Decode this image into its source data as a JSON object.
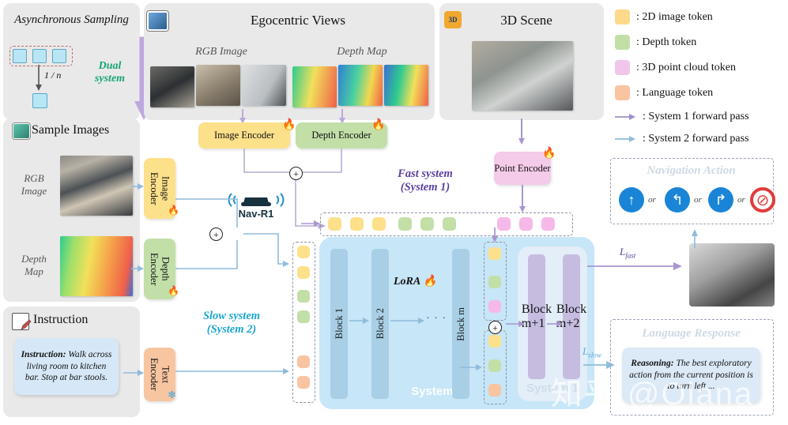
{
  "panels": {
    "async": {
      "title": "Asynchronous Sampling",
      "rate_label": "1 / n",
      "dual_label_1": "Dual",
      "dual_label_2": "system"
    },
    "ego": {
      "title": "Egocentric Views",
      "icon": "image-icon",
      "col1": "RGB Image",
      "col2": "Depth Map"
    },
    "scene": {
      "title": "3D Scene",
      "icon": "3d-icon"
    },
    "sample": {
      "title": "Sample Images",
      "icon": "image-icon",
      "row1_a": "RGB",
      "row1_b": "Image",
      "row2_a": "Depth",
      "row2_b": "Map"
    },
    "instruction": {
      "title": "Instruction",
      "icon": "note-edit-icon",
      "bold": "Instruction:",
      "text": " Walk across living room to kitchen bar. Stop at bar stools."
    }
  },
  "encoders": {
    "image_top": "Image Encoder",
    "depth_top": "Depth Encoder",
    "point": "Point Encoder",
    "image_side_a": "Image",
    "image_side_b": "Encoder",
    "depth_side_a": "Depth",
    "depth_side_b": "Encoder",
    "text_side_a": "Text",
    "text_side_b": "Encoder"
  },
  "model": {
    "name": "Nav-R1",
    "fast_l1": "Fast system",
    "fast_l2": "(System 1)",
    "slow_l1": "Slow system",
    "slow_l2": "(System 2)",
    "lora": "LoRA",
    "system2_watermark": "System 2",
    "system1_watermark": "System 1",
    "blocks_s2": [
      "Block 1",
      "Block 2",
      "Block m"
    ],
    "blocks_s1": [
      "Block m+1",
      "Block m+2"
    ],
    "ellipsis": "·  ·  ·",
    "loss_fast": "L",
    "loss_fast_sub": "fast",
    "loss_slow": "L",
    "loss_slow_sub": "slow"
  },
  "outputs": {
    "nav_title": "Navigation Action",
    "or": "or",
    "actions": [
      "arrow-up-icon",
      "arrow-left-icon",
      "arrow-right-icon",
      "no-entry-icon"
    ],
    "lang_title": "Language Response",
    "reason_bold": "Reasoning:",
    "reason_text": " The best exploratory action from the current position is to turn left ...",
    "watermark": "知乎 @Olana"
  },
  "legend": {
    "items": [
      {
        "swatch": "#fdd98a",
        "label": ": 2D image token"
      },
      {
        "swatch": "#c2dfa8",
        "label": ": Depth token"
      },
      {
        "swatch": "#f2c6ea",
        "label": ": 3D point cloud token"
      },
      {
        "swatch": "#f9c4a0",
        "label": ": Language token"
      }
    ],
    "arrows": [
      {
        "color": "#9f90c8",
        "label": ": System 1 forward pass"
      },
      {
        "color": "#8fbcdb",
        "label": ": System 2 forward pass"
      }
    ]
  },
  "tokens": {
    "top_row": [
      "y",
      "y",
      "y",
      "g",
      "g",
      "g",
      "gap",
      "p",
      "p",
      "p"
    ],
    "left_col": [
      "y",
      "y",
      "g",
      "g",
      "gap",
      "o",
      "o"
    ],
    "mid_top": [
      "y",
      "g",
      "p"
    ],
    "mid_bottom": [
      "y",
      "g",
      "o"
    ]
  },
  "colors": {
    "purple_arrow": "#a996cf",
    "blue_arrow": "#8fbcdb",
    "fast_text": "#5b3fa0",
    "slow_text": "#1ba6cf",
    "dual_text": "#17a673"
  }
}
